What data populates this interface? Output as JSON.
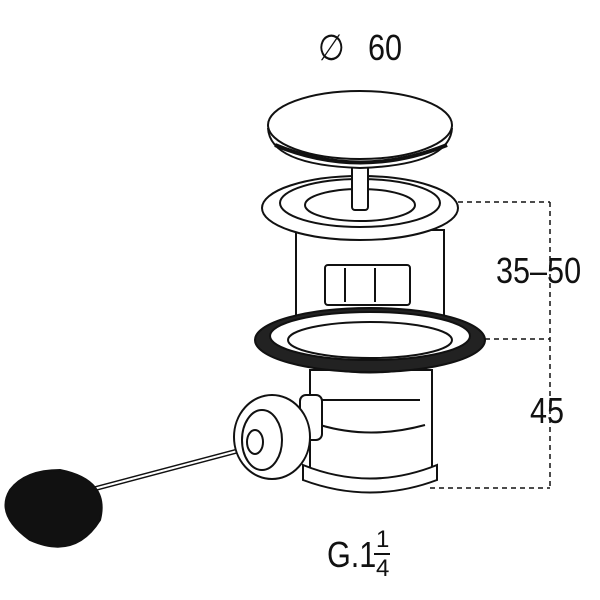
{
  "labels": {
    "diameter_symbol": "∅",
    "diameter": "60",
    "height_range": "35–50",
    "height_lower": "45",
    "thread_prefix": "G.1",
    "thread_numerator": "1",
    "thread_denominator": "4"
  }
}
